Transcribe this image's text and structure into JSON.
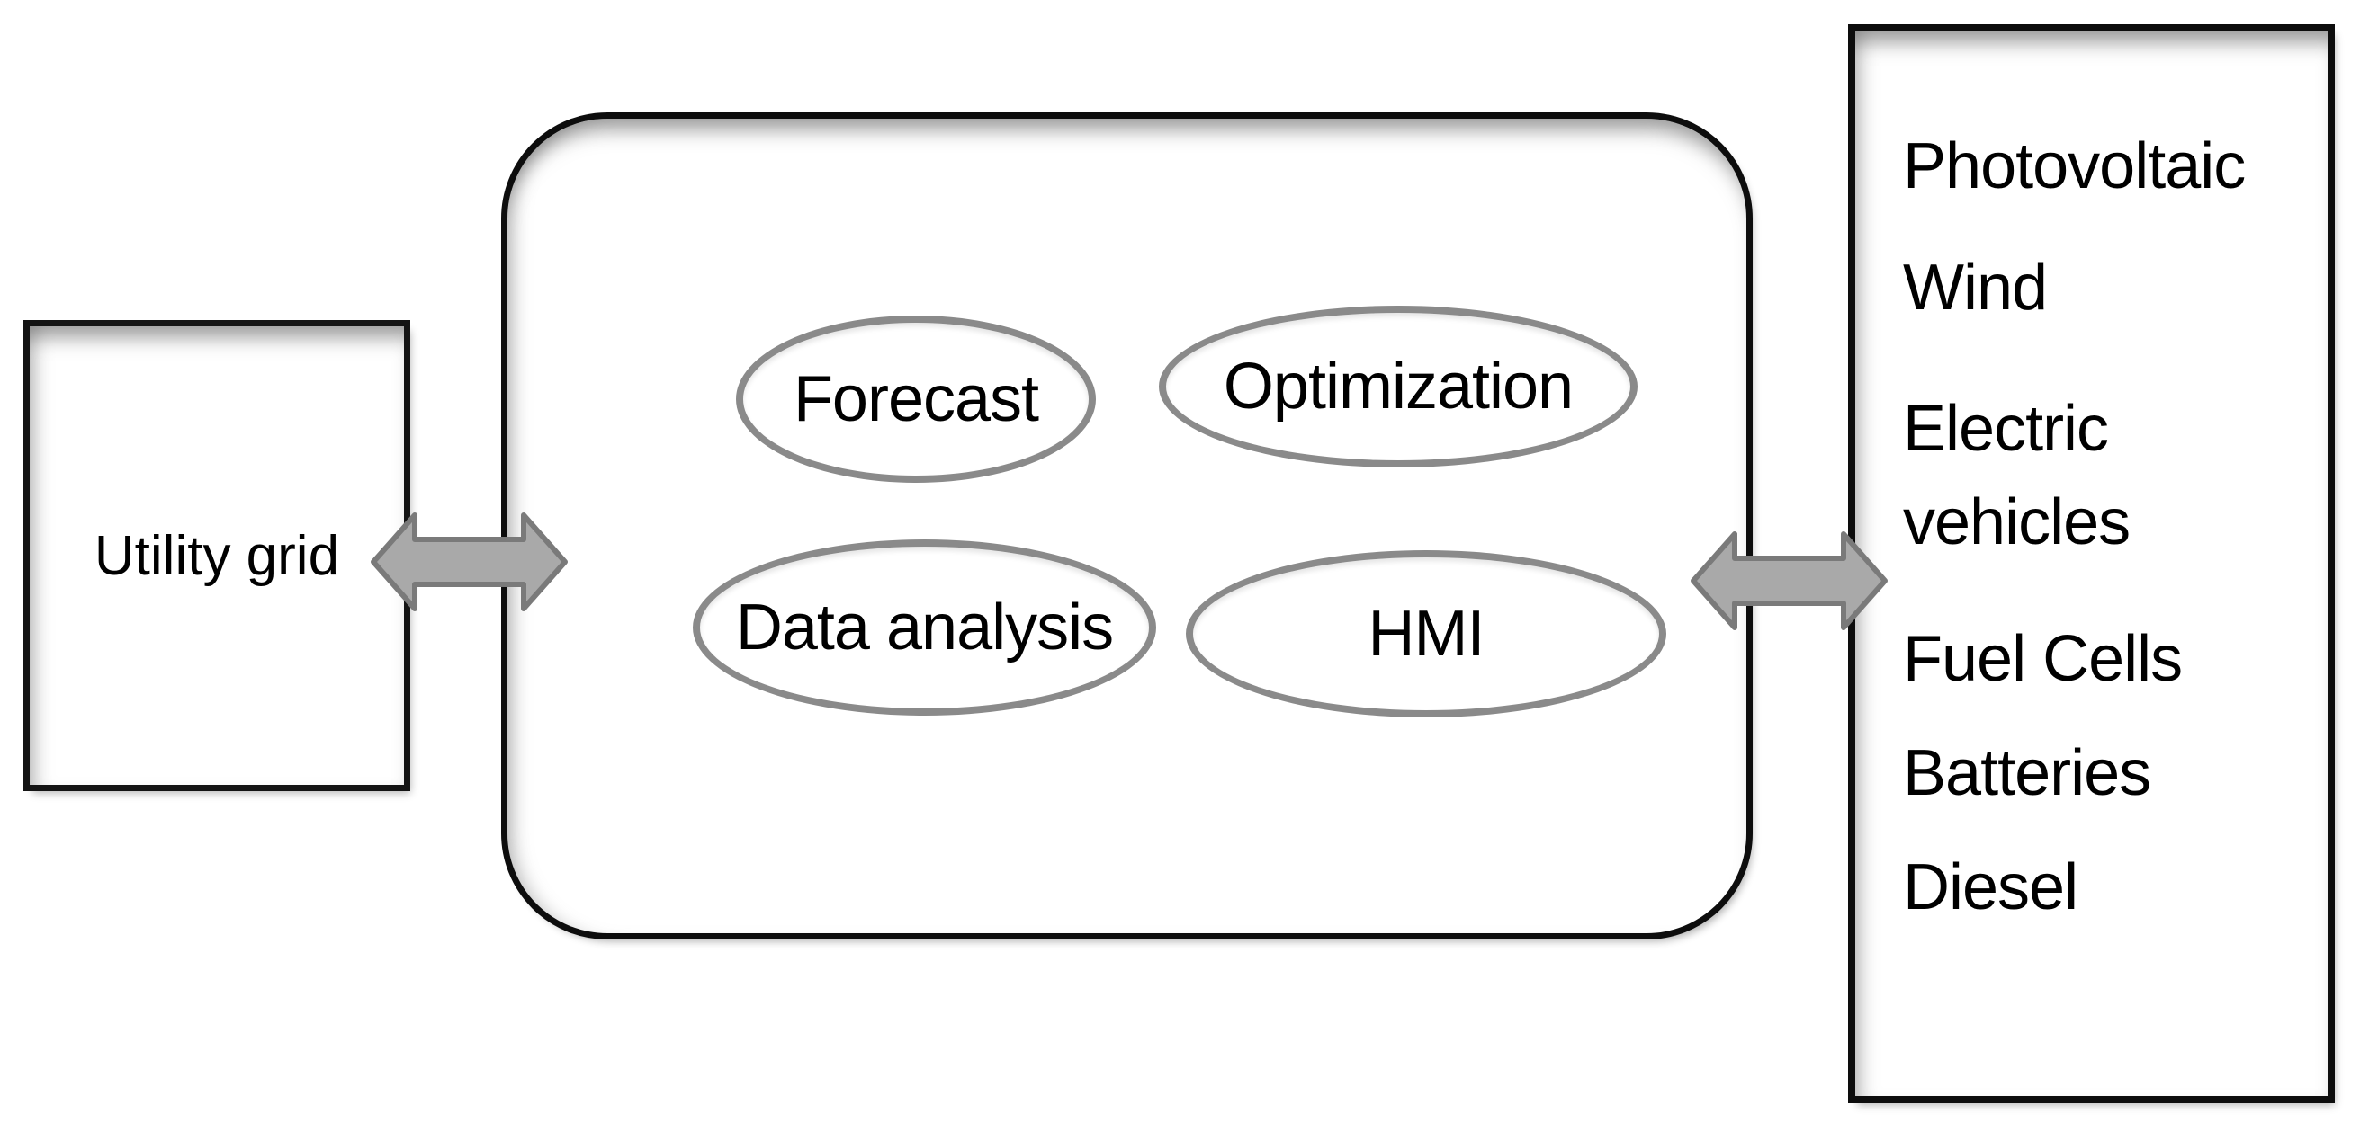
{
  "diagram": {
    "utility_grid": {
      "label": "Utility grid"
    },
    "controller": {
      "functions": [
        {
          "id": "forecast",
          "label": "Forecast"
        },
        {
          "id": "optimization",
          "label": "Optimization"
        },
        {
          "id": "data_analysis",
          "label": "Data analysis"
        },
        {
          "id": "hmi",
          "label": "HMI"
        }
      ]
    },
    "resources": {
      "items": [
        "Photovoltaic",
        "Wind",
        "Electric vehicles",
        "Fuel Cells",
        "Batteries",
        "Diesel"
      ]
    },
    "connections": [
      {
        "from": "utility_grid",
        "to": "controller",
        "type": "bidirectional"
      },
      {
        "from": "controller",
        "to": "resources",
        "type": "bidirectional"
      }
    ],
    "colors": {
      "background": "#ffffff",
      "border": "#141414",
      "ellipse_stroke": "#8a8a8a",
      "arrow_fill": "#a9a9a9",
      "arrow_stroke": "#7a7a7a",
      "text": "#000000"
    }
  }
}
